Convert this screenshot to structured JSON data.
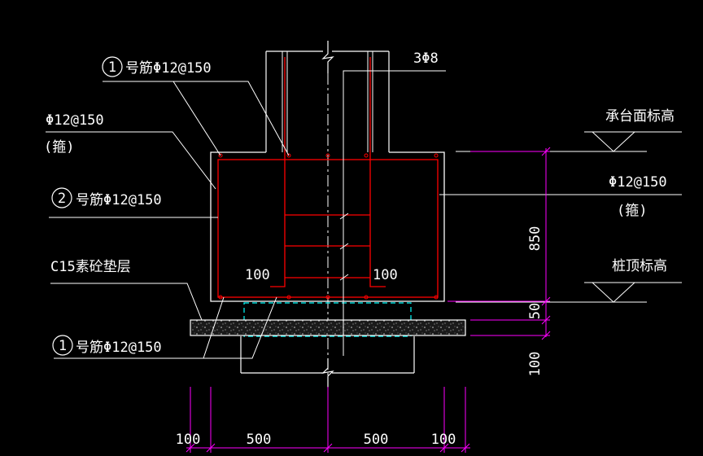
{
  "annotations": {
    "bar1_top": "号筋Φ12@150",
    "bar1_top_num": "1",
    "bar1_bottom": "号筋Φ12@150",
    "bar1_bottom_num": "1",
    "bar2": "号筋Φ12@150",
    "bar2_num": "2",
    "left_stirrup": "Φ12@150",
    "left_stirrup_note": "(箍)",
    "right_stirrup": "Φ12@150",
    "right_stirrup_note": "(箍)",
    "column_bars": "3Φ8",
    "cushion": "C15素砼垫层",
    "anchor_left": "100",
    "anchor_right": "100"
  },
  "elevations": {
    "cap_top": "承台面标高",
    "pile_top": "桩顶标高"
  },
  "dimensions": {
    "vertical": [
      "850",
      "50",
      "100"
    ],
    "horizontal": [
      "100",
      "500",
      "500",
      "100"
    ]
  },
  "colors": {
    "background": "#000000",
    "outline": "#ffffff",
    "rebar": "#ff0000",
    "dimension": "#ff00ff",
    "pile_hidden": "#00ffff",
    "text": "#ffffff"
  }
}
